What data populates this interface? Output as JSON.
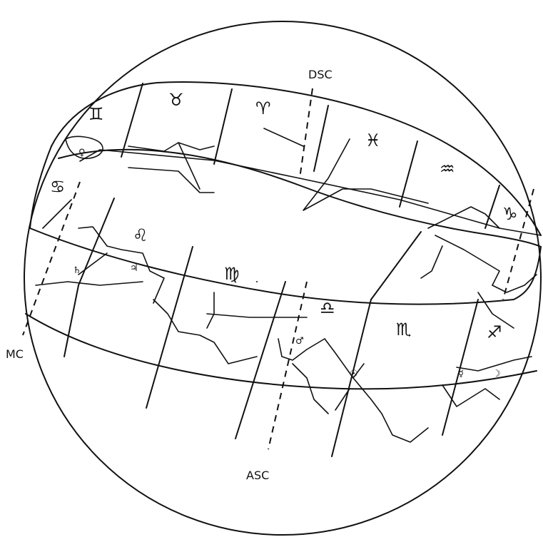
{
  "labels": {
    "dsc": "DSC",
    "asc": "ASC",
    "mc": "MC"
  },
  "zodiac_signs": {
    "gemini": "♊",
    "taurus": "♉",
    "aries": "♈",
    "pisces": "♓",
    "aquarius": "♒",
    "capricorn": "♑",
    "cancer": "♋",
    "leo": "♌",
    "virgo": "♍",
    "libra": "♎",
    "scorpio": "♏",
    "sagittarius": "♐"
  },
  "symbols": {
    "venus": "♀",
    "mars": "♂",
    "mercury": "☿",
    "saturn": "♄",
    "moon": "☽",
    "sun": "☉",
    "jupiter": "♃"
  },
  "colors": {
    "ink": "#111111",
    "paper": "#ffffff"
  }
}
